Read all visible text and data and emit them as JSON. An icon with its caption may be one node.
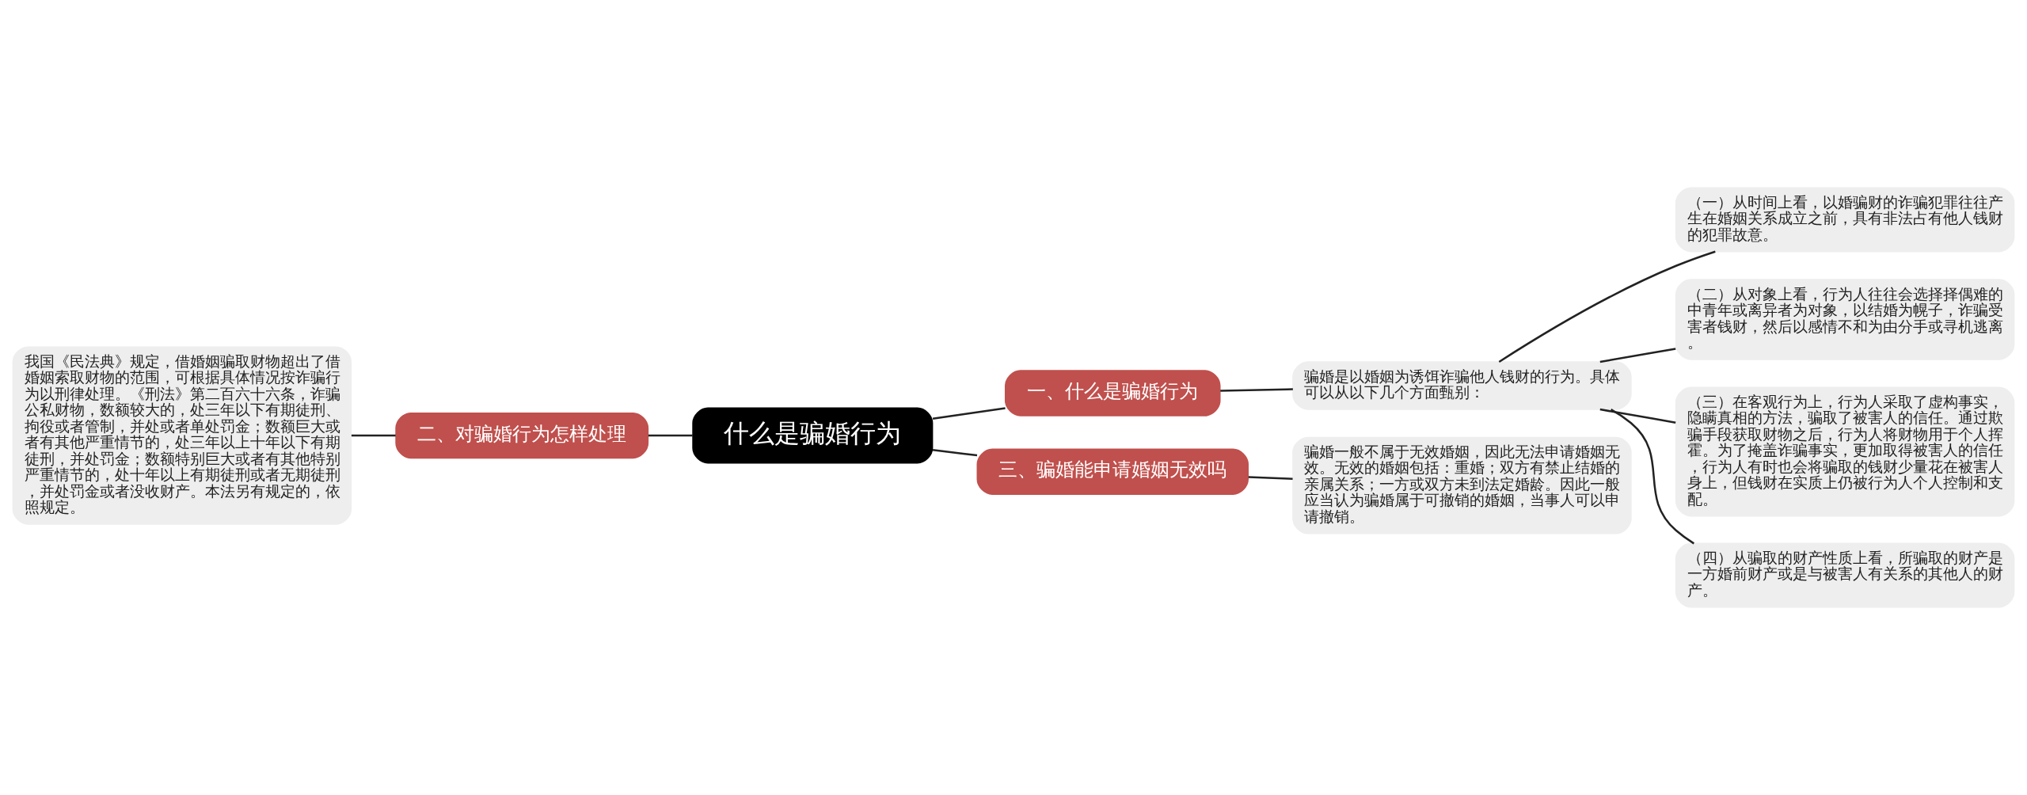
{
  "diagram": {
    "nodes": [
      {
        "text": [
          "什么是骗婚行为"
        ]
      },
      {
        "text": [
          "一、什么是骗婚行为"
        ]
      },
      {
        "text": [
          "骗婚是以婚姻为诱饵诈骗他人钱财的行为。具体可以从以下几个方面甄别："
        ]
      },
      {
        "text": [
          "（一）从时间上看，以婚骗财的诈骗犯罪往往产生在婚姻关系成立之前，具有非法占有他人钱财的犯罪故意。"
        ]
      },
      {
        "text": [
          "（二）从对象上看，行为人往往会选择择偶难的中青年或离异者为对象，以结婚为幌子，诈骗受害者钱财，然后以感情不和为由分手或寻机逃离。"
        ]
      },
      {
        "text": [
          "（三）在客观行为上，行为人采取了虚构事实，隐瞒真相的方法，骗取了被害人的信任。通过欺骗手段获取财物之后，行为人将财物用于个人挥霍。为了掩盖诈骗事实，更加取得被害人的信任，行为人有时也会将骗取的钱财少量花在被害人身上，但钱财在实质上仍被行为人个人控制和支配。"
        ]
      },
      {
        "text": [
          "（四）从骗取的财产性质上看，所骗取的财产是一方婚前财产或是与被害人有关系的其他人的财产。"
        ]
      },
      {
        "text": [
          "二、对骗婚行为怎样处理"
        ]
      },
      {
        "text": [
          "我国《民法典》规定，借婚姻骗取财物超出了借婚姻索取财物的范围，可根据具体情况按诈骗行为以刑律处理。《刑法》第二百六十六条，诈骗公私财物，数额较大的，处三年以下有期徒刑、拘役或者管制，并处或者单处罚金；数额巨大或者有其他严重情节的，处三年以上十年以下有期徒刑，并处罚金；数额特别巨大或者有其他特别严重情节的，处十年以上有期徒刑或者无期徒刑，并处罚金或者没收财产。本法另有规定的，依照规定。"
        ]
      },
      {
        "text": [
          "三、骗婚能申请婚姻无效吗"
        ]
      },
      {
        "text": [
          "骗婚一般不属于无效婚姻，因此无法申请婚姻无效。无效的婚姻包括：重婚；双方有禁止结婚的亲属关系；一方或双方未到法定婚龄。因此一般应当认为骗婚属于可撤销的婚姻，当事人可以申请撤销。"
        ]
      }
    ],
    "edges": [
      {
        "from": 0,
        "to": 1,
        "arrow": "none"
      },
      {
        "from": 1,
        "to": 2,
        "arrow": "none"
      },
      {
        "from": 2,
        "to": 3,
        "arrow": "none"
      },
      {
        "from": 2,
        "to": 4,
        "arrow": "none"
      },
      {
        "from": 2,
        "to": 5,
        "arrow": "none"
      },
      {
        "from": 2,
        "to": 6,
        "arrow": "none"
      },
      {
        "from": 0,
        "to": 7,
        "arrow": "none"
      },
      {
        "from": 7,
        "to": 8,
        "arrow": "none"
      },
      {
        "from": 0,
        "to": 9,
        "arrow": "none"
      },
      {
        "from": 9,
        "to": 10,
        "arrow": "none"
      }
    ]
  }
}
